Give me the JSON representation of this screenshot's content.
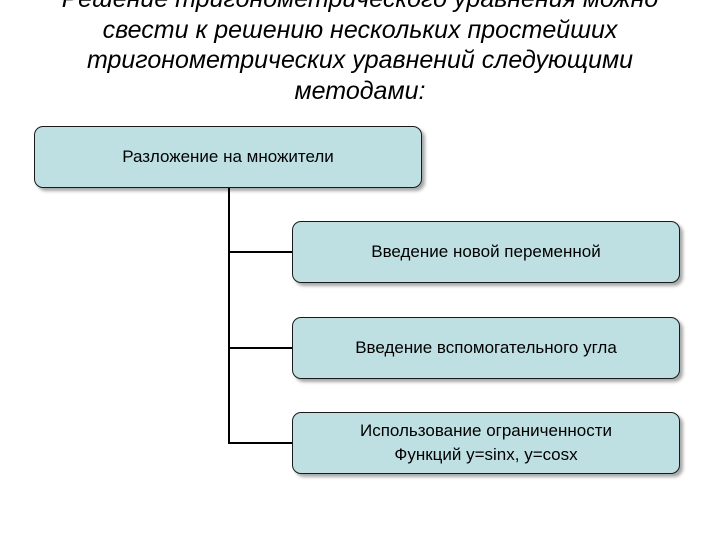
{
  "title": {
    "lines": [
      "Решение тригонометрического уравнения можно",
      "свести к решению нескольких простейших",
      "тригонометрических уравнений следующими",
      "методами:"
    ]
  },
  "diagram": {
    "root": {
      "label": "Разложение на множители"
    },
    "children": [
      {
        "lines": [
          "Введение новой переменной"
        ]
      },
      {
        "lines": [
          "Введение вспомогательного угла"
        ]
      },
      {
        "lines": [
          "Использование ограниченности",
          "Функций y=sinx, y=cosx"
        ]
      }
    ]
  }
}
